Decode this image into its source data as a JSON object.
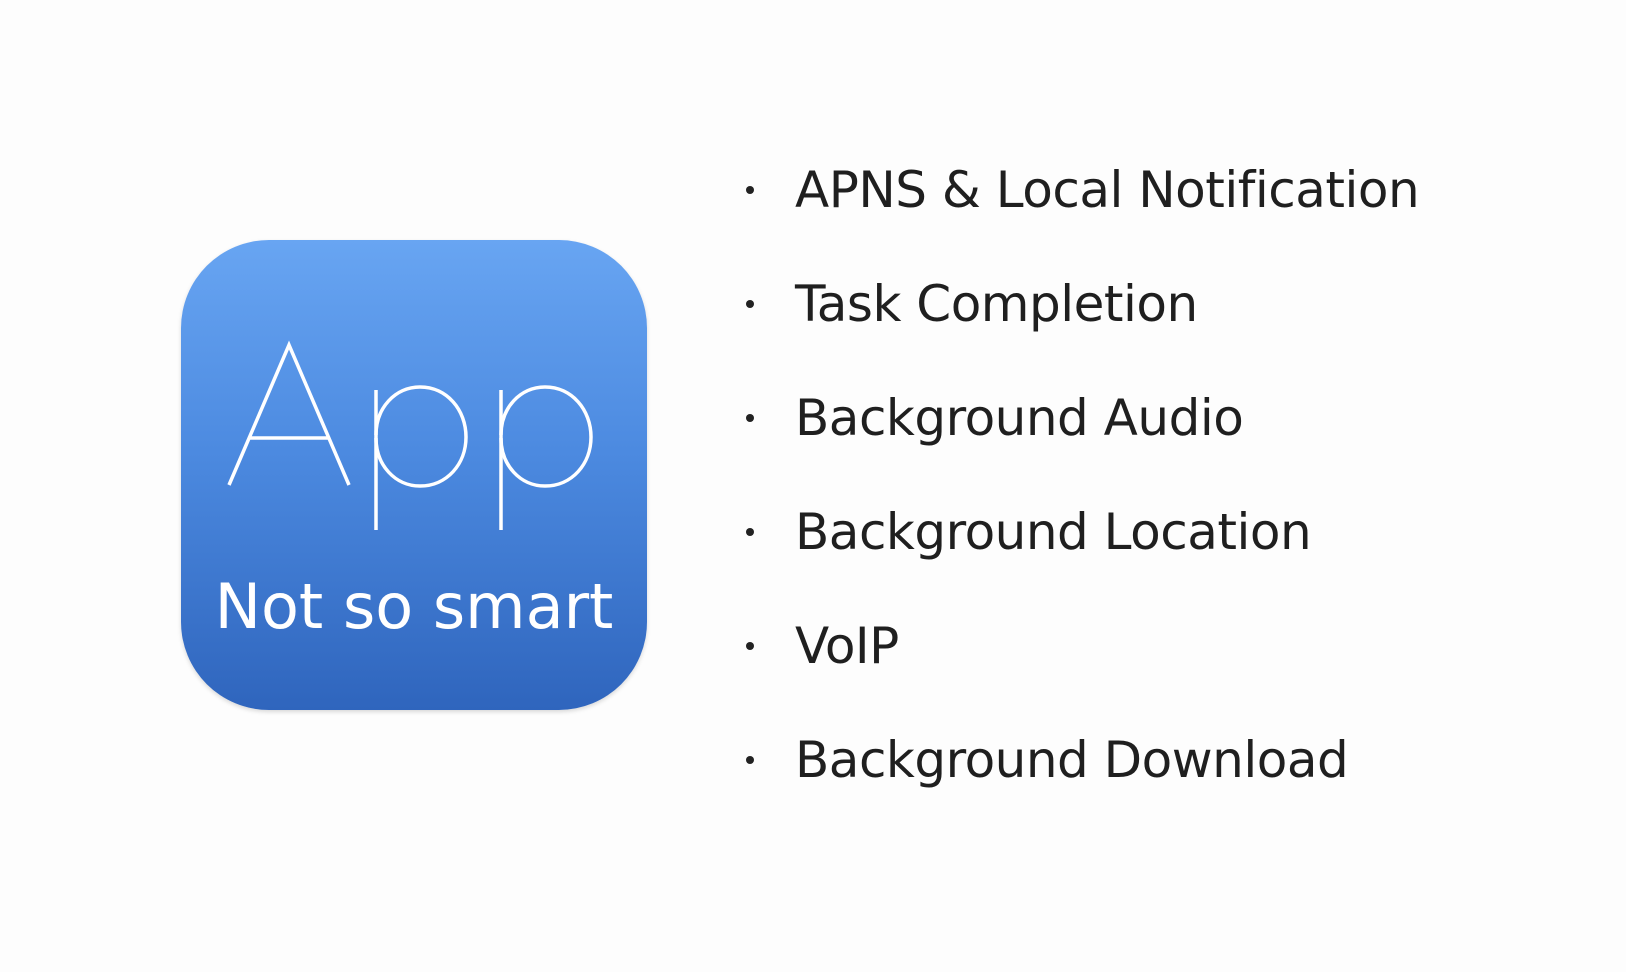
{
  "app_icon": {
    "word": "App",
    "subtitle": "Not so smart",
    "gradient_top": "#68a5f2",
    "gradient_bottom": "#2f65bd"
  },
  "features": [
    {
      "label": "APNS & Local Notification"
    },
    {
      "label": "Task Completion"
    },
    {
      "label": "Background Audio"
    },
    {
      "label": "Background Location"
    },
    {
      "label": "VoIP"
    },
    {
      "label": "Background Download"
    }
  ],
  "colors": {
    "background": "#fdfdfd",
    "text": "#1f1f1f",
    "icon_text": "#ffffff"
  }
}
